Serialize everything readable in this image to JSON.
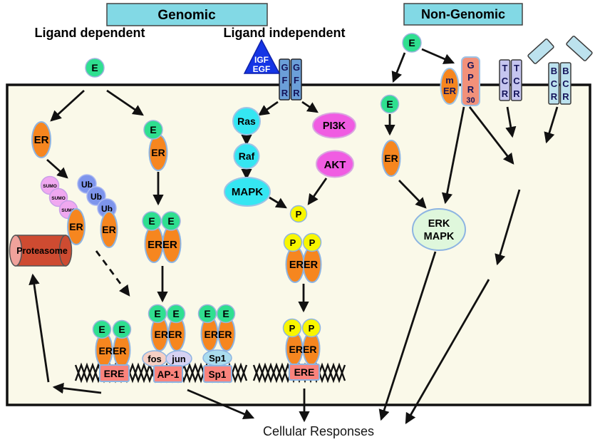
{
  "headers": {
    "genomic": "Genomic",
    "non_genomic": "Non-Genomic"
  },
  "labels": {
    "ligand_dependent": "Ligand dependent",
    "ligand_independent": "Ligand independent",
    "cellular_responses": "Cellular Responses"
  },
  "molecules": {
    "e": "E",
    "er": "ER",
    "erer": "ERER",
    "sumo": "SUMO",
    "ub": "Ub",
    "proteasome": "Proteasome",
    "igf": "IGF",
    "egf": "EGF",
    "g": "G",
    "f": "F",
    "r": "R",
    "ras": "Ras",
    "raf": "Raf",
    "mapk": "MAPK",
    "pi3k": "PI3K",
    "akt": "AKT",
    "p": "P",
    "m": "m",
    "thirty": "30",
    "t": "T",
    "c": "C",
    "b": "B",
    "erk": "ERK",
    "fos": "fos",
    "jun": "jun",
    "sp1": "Sp1",
    "ere": "ERE",
    "ap1": "AP-1"
  },
  "colors": {
    "header_fill": "#82D9E5",
    "cell_fill": "#FAF9E9",
    "estrogen_green": "#2FDF90",
    "er_orange": "#F6861F",
    "kinase_cyan": "#35E6F2",
    "pi3k_magenta": "#F05CE2",
    "phospho_yellow": "#F8F600",
    "sumo_violet": "#F0A8F0",
    "ub_blue": "#7E95EC",
    "proteasome_red": "#CE4B31",
    "proteasome_cap": "#F0A29B",
    "dna_box_salmon": "#FA837C",
    "fos_pink": "#F6CFC4",
    "jun_lavender": "#D6D2F2",
    "sp1_blue": "#AADCEE",
    "gfr_blue": "#6B9FD8",
    "gpr30_salmon": "#F2917A",
    "tcr_lavender": "#C5C5EF",
    "bcr_cyan": "#BCE2EE",
    "erk_green": "#DFF7DC",
    "igf_triangle_blue": "#1535E5"
  }
}
